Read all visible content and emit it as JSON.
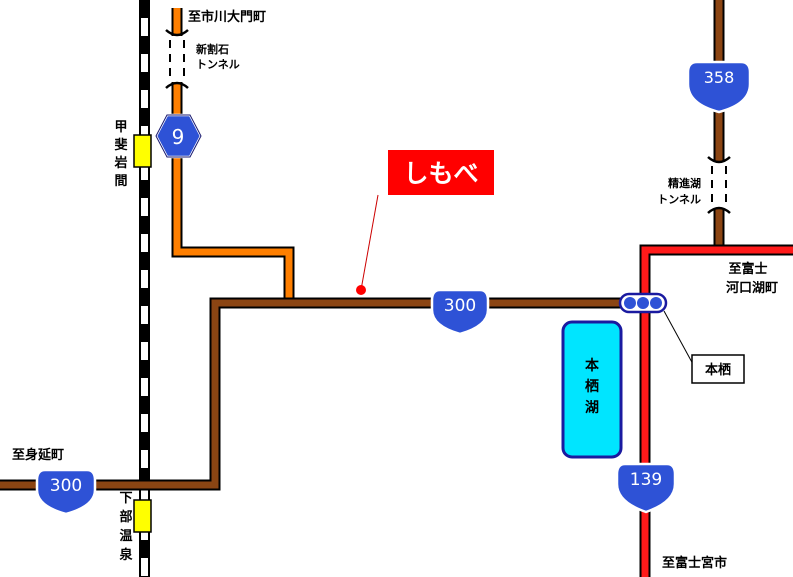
{
  "place_labels": {
    "kawadaimon": "至市川大門町",
    "shinwariishi_tunnel": [
      "新割石",
      "トンネル"
    ],
    "kaiiwama": [
      "甲",
      "斐",
      "岩",
      "間"
    ],
    "shimobe": "しもべ",
    "shoji_tunnel": [
      "精進湖",
      "トンネル"
    ],
    "fuji_kawaguchiko": [
      "至富士",
      "河口湖町"
    ],
    "motosu": "本栖",
    "motosuko": [
      "本",
      "栖",
      "湖"
    ],
    "minobu": "至身延町",
    "shimobe_onsen": [
      "下",
      "部",
      "温",
      "泉"
    ],
    "fujinomiya": "至富士宮市"
  },
  "route_shields": {
    "route_9": "9",
    "route_358": "358",
    "route_300_center": "300",
    "route_300_left": "300",
    "route_139": "139"
  },
  "colors": {
    "route_300": "#8b4513",
    "route_9": "#ff7f00",
    "route_139": "#ff1a1a",
    "shield_blue": "#2e52d6",
    "lake": "#00e5ff",
    "station": "#ffff00",
    "shimobe_box": "#ff0000",
    "marker": "#ff0000"
  }
}
